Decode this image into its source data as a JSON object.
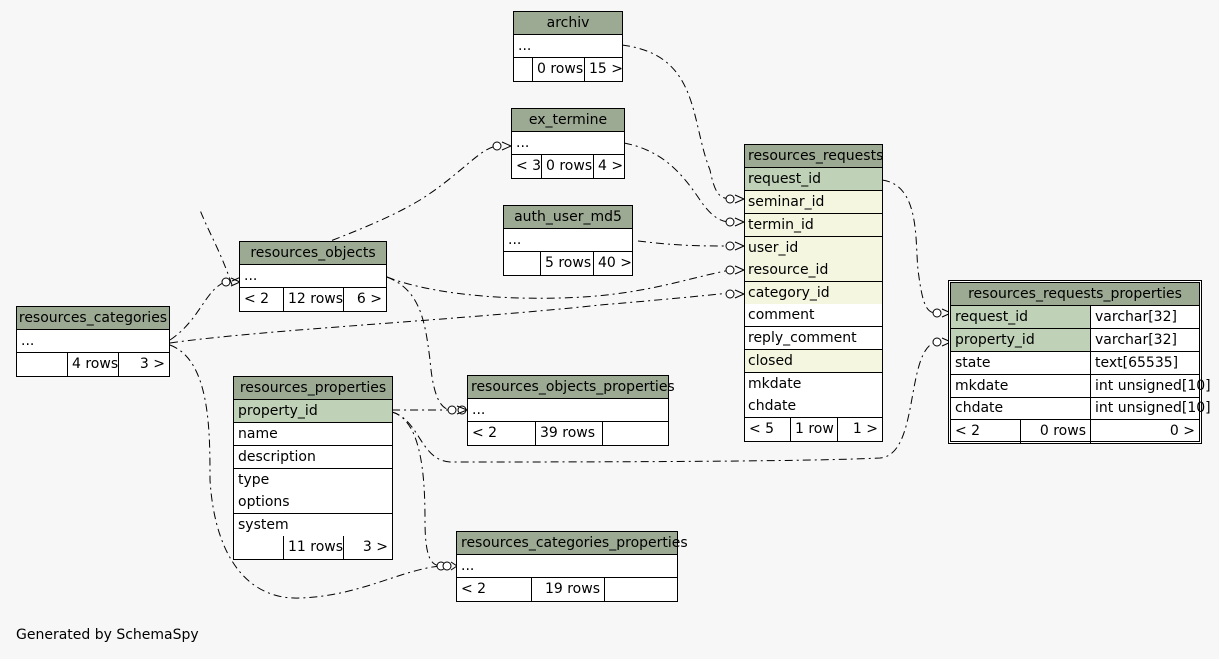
{
  "tables": {
    "archiv": {
      "name": "archiv",
      "body": "...",
      "counts": [
        "",
        "0 rows",
        "15 >"
      ]
    },
    "ex_termine": {
      "name": "ex_termine",
      "body": "...",
      "counts": [
        "< 3",
        "0 rows",
        "4 >"
      ]
    },
    "auth_user_md5": {
      "name": "auth_user_md5",
      "body": "...",
      "counts": [
        "",
        "5 rows",
        "40 >"
      ]
    },
    "resources_objects": {
      "name": "resources_objects",
      "body": "...",
      "counts": [
        "< 2",
        "12 rows",
        "6 >"
      ]
    },
    "resources_categories": {
      "name": "resources_categories",
      "body": "...",
      "counts": [
        "",
        "4 rows",
        "3 >"
      ]
    },
    "resources_properties": {
      "name": "resources_properties",
      "columns": [
        "property_id",
        "name",
        "description",
        "type",
        "options",
        "system"
      ],
      "counts": [
        "",
        "11 rows",
        "3 >"
      ]
    },
    "resources_objects_properties": {
      "name": "resources_objects_properties",
      "body": "...",
      "counts": [
        "< 2",
        "39 rows",
        ""
      ]
    },
    "resources_categories_properties": {
      "name": "resources_categories_properties",
      "body": "...",
      "counts": [
        "< 2",
        "19 rows",
        ""
      ]
    },
    "resources_requests": {
      "name": "resources_requests",
      "columns": [
        "request_id",
        "seminar_id",
        "termin_id",
        "user_id",
        "resource_id",
        "category_id",
        "comment",
        "reply_comment",
        "closed",
        "mkdate",
        "chdate"
      ],
      "counts": [
        "< 5",
        "1 row",
        "1 >"
      ]
    },
    "resources_requests_properties": {
      "name": "resources_requests_properties",
      "columns": [
        {
          "name": "request_id",
          "type": "varchar[32]"
        },
        {
          "name": "property_id",
          "type": "varchar[32]"
        },
        {
          "name": "state",
          "type": "text[65535]"
        },
        {
          "name": "mkdate",
          "type": "int unsigned[10]"
        },
        {
          "name": "chdate",
          "type": "int unsigned[10]"
        }
      ],
      "counts": [
        "< 2",
        "0 rows",
        "0 >"
      ]
    }
  },
  "footer": "Generated by SchemaSpy"
}
